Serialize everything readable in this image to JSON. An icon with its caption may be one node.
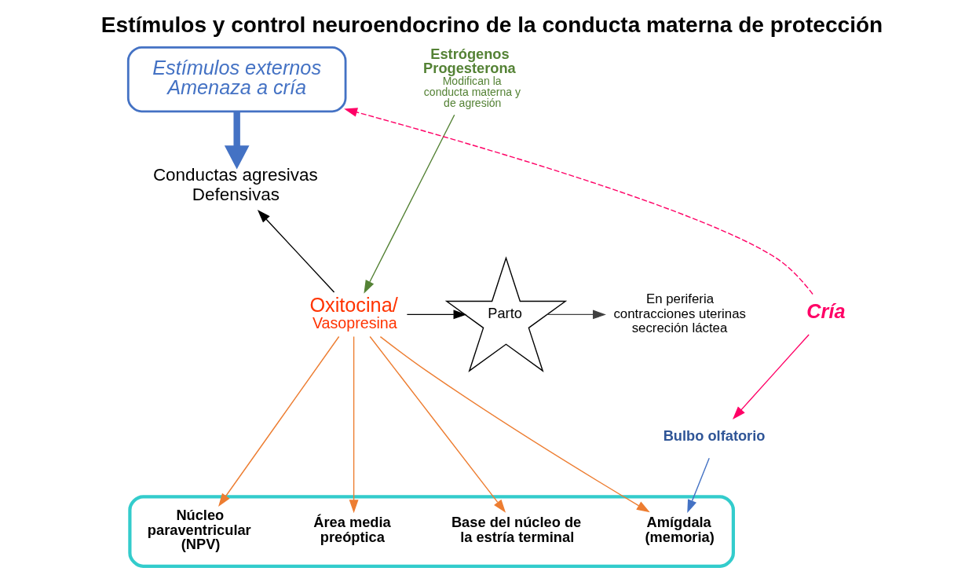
{
  "diagram": {
    "title": "Estímulos y control neuroendocrino de la conducta materna de protección",
    "nodes": [
      {
        "text": [
          "Estímulos externos",
          "Amenaza a cría"
        ]
      },
      {
        "text": [
          "Estrógenos Progesterona",
          "Modifican la conducta materna y de agresión"
        ]
      },
      {
        "text": [
          "Conductas agresivas Defensivas"
        ]
      },
      {
        "text": [
          "Oxitocina/",
          "Vasopresina"
        ]
      },
      {
        "text": [
          "Parto"
        ]
      },
      {
        "text": [
          "En periferia",
          "contracciones uterinas",
          "secreción láctea"
        ]
      },
      {
        "text": [
          "Cría"
        ]
      },
      {
        "text": [
          "Bulbo olfatorio"
        ]
      },
      {
        "text": [],
        "shape": "box"
      },
      {
        "text": [
          "Amígdala (memoria)"
        ],
        "in": 8
      },
      {
        "text": [
          "Núcleo paraventricular (NPV)"
        ],
        "in": 8
      },
      {
        "text": [
          "Área media preóptica"
        ],
        "in": 8
      },
      {
        "text": [
          "Base del núcleo de la estría terminal"
        ],
        "in": 8
      }
    ],
    "edges": [
      {
        "from": 0,
        "to": 2,
        "arrow": "to",
        "style": "thick",
        "color": "#4472c4"
      },
      {
        "from": 1,
        "to": 3,
        "arrow": "to",
        "color": "#548235"
      },
      {
        "from": 6,
        "to": 0,
        "arrow": "to",
        "style": "dashed",
        "color": "#ff0066"
      },
      {
        "from": 3,
        "to": 2,
        "arrow": "to",
        "color": "#000000"
      },
      {
        "from": 3,
        "to": 4,
        "arrow": "to",
        "color": "#000000"
      },
      {
        "from": 4,
        "to": 5,
        "arrow": "to",
        "color": "#404040"
      },
      {
        "from": 6,
        "to": 7,
        "arrow": "to",
        "color": "#ff0066"
      },
      {
        "from": 7,
        "to": 9,
        "arrow": "to",
        "color": "#4472c4"
      },
      {
        "from": 3,
        "to": 9,
        "arrow": "to"
      },
      {
        "from": 3,
        "to": 10,
        "arrow": "to"
      },
      {
        "from": 3,
        "to": 11,
        "arrow": "to"
      },
      {
        "from": 3,
        "to": 12,
        "arrow": "to"
      }
    ]
  }
}
